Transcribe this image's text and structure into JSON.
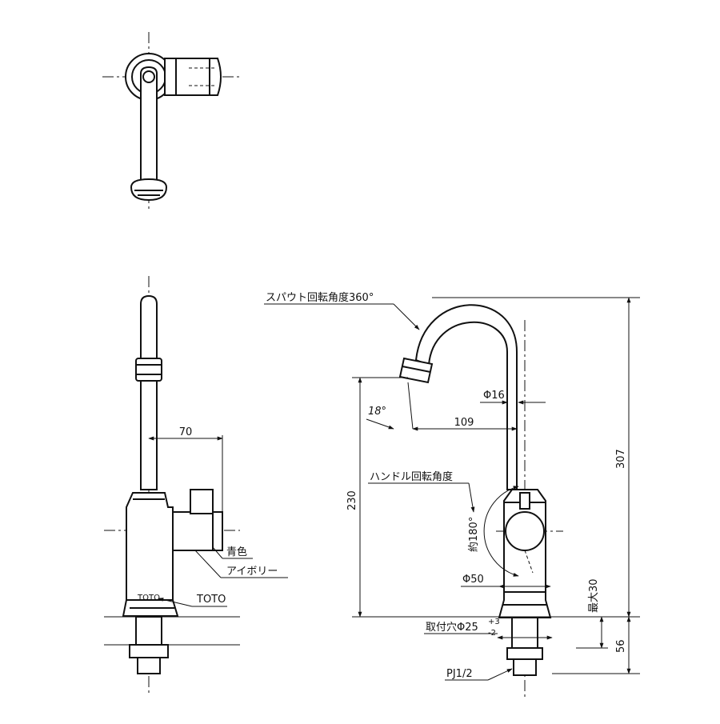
{
  "labels": {
    "spout_rotation": "スパウト回転角度360°",
    "spout_angle": "18°",
    "spout_diameter": "Φ16",
    "reach": "109",
    "handle_rotation": "ハンドル回転角度",
    "handle_angle": "約180°",
    "height_230": "230",
    "height_307": "307",
    "base_diameter": "Φ50",
    "max_30": "最大30",
    "mount_hole": "取付穴Φ25",
    "mount_tol_plus": "+3",
    "mount_tol_minus": "-2",
    "depth_56": "56",
    "thread": "PJ1/2",
    "handle_offset": "70",
    "color_blue": "青色",
    "color_ivory": "アイボリー",
    "brand_callout": "TOTO",
    "brand_mark": "TOTO"
  }
}
